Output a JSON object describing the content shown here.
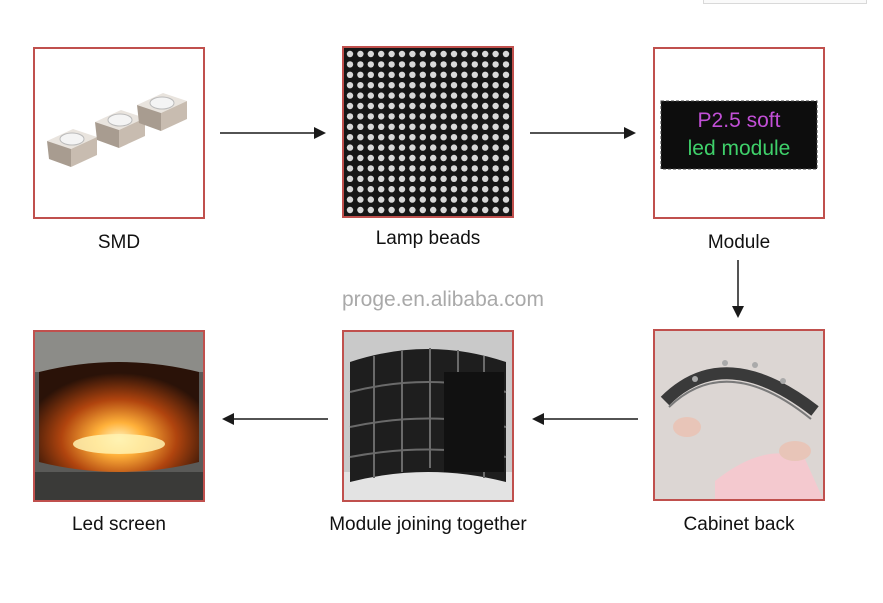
{
  "watermark": "proge.en.alibaba.com",
  "steps": [
    {
      "label": "SMD"
    },
    {
      "label": "Lamp beads"
    },
    {
      "label": "Module",
      "screen_line1": "P2.5 soft",
      "screen_line2": "led module"
    },
    {
      "label": "Cabinet back"
    },
    {
      "label": "Module joining together"
    },
    {
      "label": "Led screen"
    }
  ],
  "colors": {
    "frame": "#c0504d",
    "arrow": "#1a1a1a",
    "watermark": "#a9a9a9",
    "screen_text1": "#c14fd6",
    "screen_text2": "#3fd06a"
  }
}
